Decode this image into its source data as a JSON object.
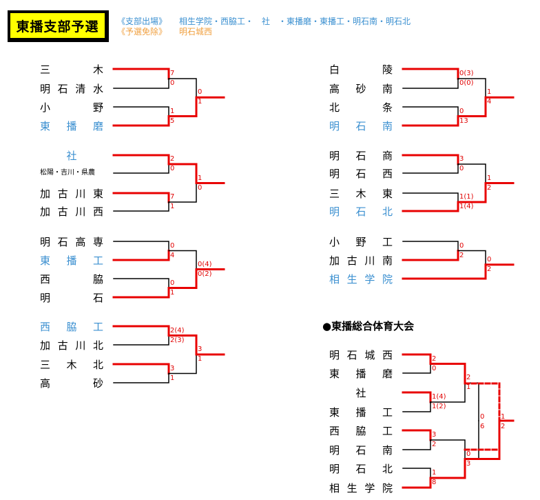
{
  "title": "東播支部予選",
  "qualified_label": "《支部出場》",
  "qualified_teams": "相生学院・西脇工・　社　・東播磨・東播工・明石南・明石北",
  "exempt_label": "《予選免除》",
  "exempt_teams": "明石城西",
  "sub_title": "●東播総合体育大会",
  "colors": {
    "win_line": "#e80000",
    "lose_line": "#000000",
    "qualified_team": "#3a8fd0",
    "exempt": "#f0a040",
    "title_bg": "#ffff00"
  },
  "brackets": [
    {
      "id": "b1",
      "teams": [
        "三　木",
        "明石清水",
        "小　野",
        "東播磨"
      ],
      "highlight": [
        false,
        false,
        false,
        true
      ],
      "scores": [
        "7",
        "0",
        "1",
        "5",
        "0",
        "1"
      ]
    },
    {
      "id": "b2",
      "teams": [
        "社",
        "松陽・吉川・県農",
        "加古川東",
        "加古川西"
      ],
      "highlight": [
        true,
        false,
        false,
        false
      ],
      "scores": [
        "2",
        "0",
        "7",
        "1",
        "1",
        "0"
      ]
    },
    {
      "id": "b3",
      "teams": [
        "明石高専",
        "東播工",
        "西　脇",
        "明　石"
      ],
      "highlight": [
        false,
        true,
        false,
        false
      ],
      "scores": [
        "0",
        "4",
        "0",
        "1",
        "0(4)",
        "0(2)"
      ]
    },
    {
      "id": "b4",
      "teams": [
        "西脇工",
        "加古川北",
        "三木北",
        "高　砂"
      ],
      "highlight": [
        true,
        false,
        false,
        false
      ],
      "scores": [
        "2(4)",
        "2(3)",
        "3",
        "1",
        "3",
        "1"
      ]
    },
    {
      "id": "b5",
      "teams": [
        "白　陵",
        "高砂南",
        "北　条",
        "明石南"
      ],
      "highlight": [
        false,
        false,
        false,
        true
      ],
      "scores": [
        "0(3)",
        "0(0)",
        "0",
        "13",
        "1",
        "4"
      ]
    },
    {
      "id": "b6",
      "teams": [
        "明石商",
        "明石西",
        "三木東",
        "明石北"
      ],
      "highlight": [
        false,
        false,
        false,
        true
      ],
      "scores": [
        "3",
        "0",
        "1(1)",
        "1(4)",
        "1",
        "2"
      ]
    },
    {
      "id": "b7",
      "teams": [
        "小野工",
        "加古川南",
        "相生学院"
      ],
      "highlight": [
        false,
        false,
        true
      ],
      "scores": [
        "0",
        "2",
        "0",
        "2"
      ]
    },
    {
      "id": "b8",
      "teams": [
        "明石城西",
        "東播磨",
        "社",
        "東播工",
        "西脇工",
        "明石南",
        "明石北",
        "相生学院"
      ],
      "highlight": [
        false,
        false,
        false,
        false,
        false,
        false,
        false,
        false
      ],
      "scores": [
        "2",
        "0",
        "1(4)",
        "1(2)",
        "3",
        "2",
        "1",
        "8",
        "2",
        "1",
        "0",
        "3",
        "0",
        "6",
        "1",
        "2"
      ]
    }
  ]
}
